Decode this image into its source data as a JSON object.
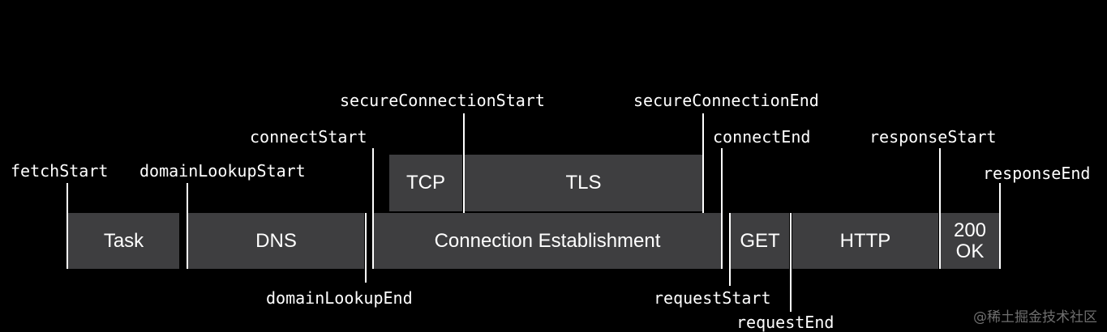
{
  "segments": {
    "task": "Task",
    "dns": "DNS",
    "connection": "Connection Establishment",
    "tcp": "TCP",
    "tls": "TLS",
    "get": "GET",
    "http": "HTTP",
    "ok_line1": "200",
    "ok_line2": "OK"
  },
  "markers": {
    "fetchStart": "fetchStart",
    "domainLookupStart": "domainLookupStart",
    "domainLookupEnd": "domainLookupEnd",
    "connectStart": "connectStart",
    "secureConnectionStart": "secureConnectionStart",
    "secureConnectionEnd": "secureConnectionEnd",
    "connectEnd": "connectEnd",
    "requestStart": "requestStart",
    "requestEnd": "requestEnd",
    "responseStart": "responseStart",
    "responseEnd": "responseEnd"
  },
  "watermark": "@稀土掘金技术社区",
  "colors": {
    "background": "#000000",
    "segment": "#3e3e40",
    "text": "#ffffff"
  }
}
